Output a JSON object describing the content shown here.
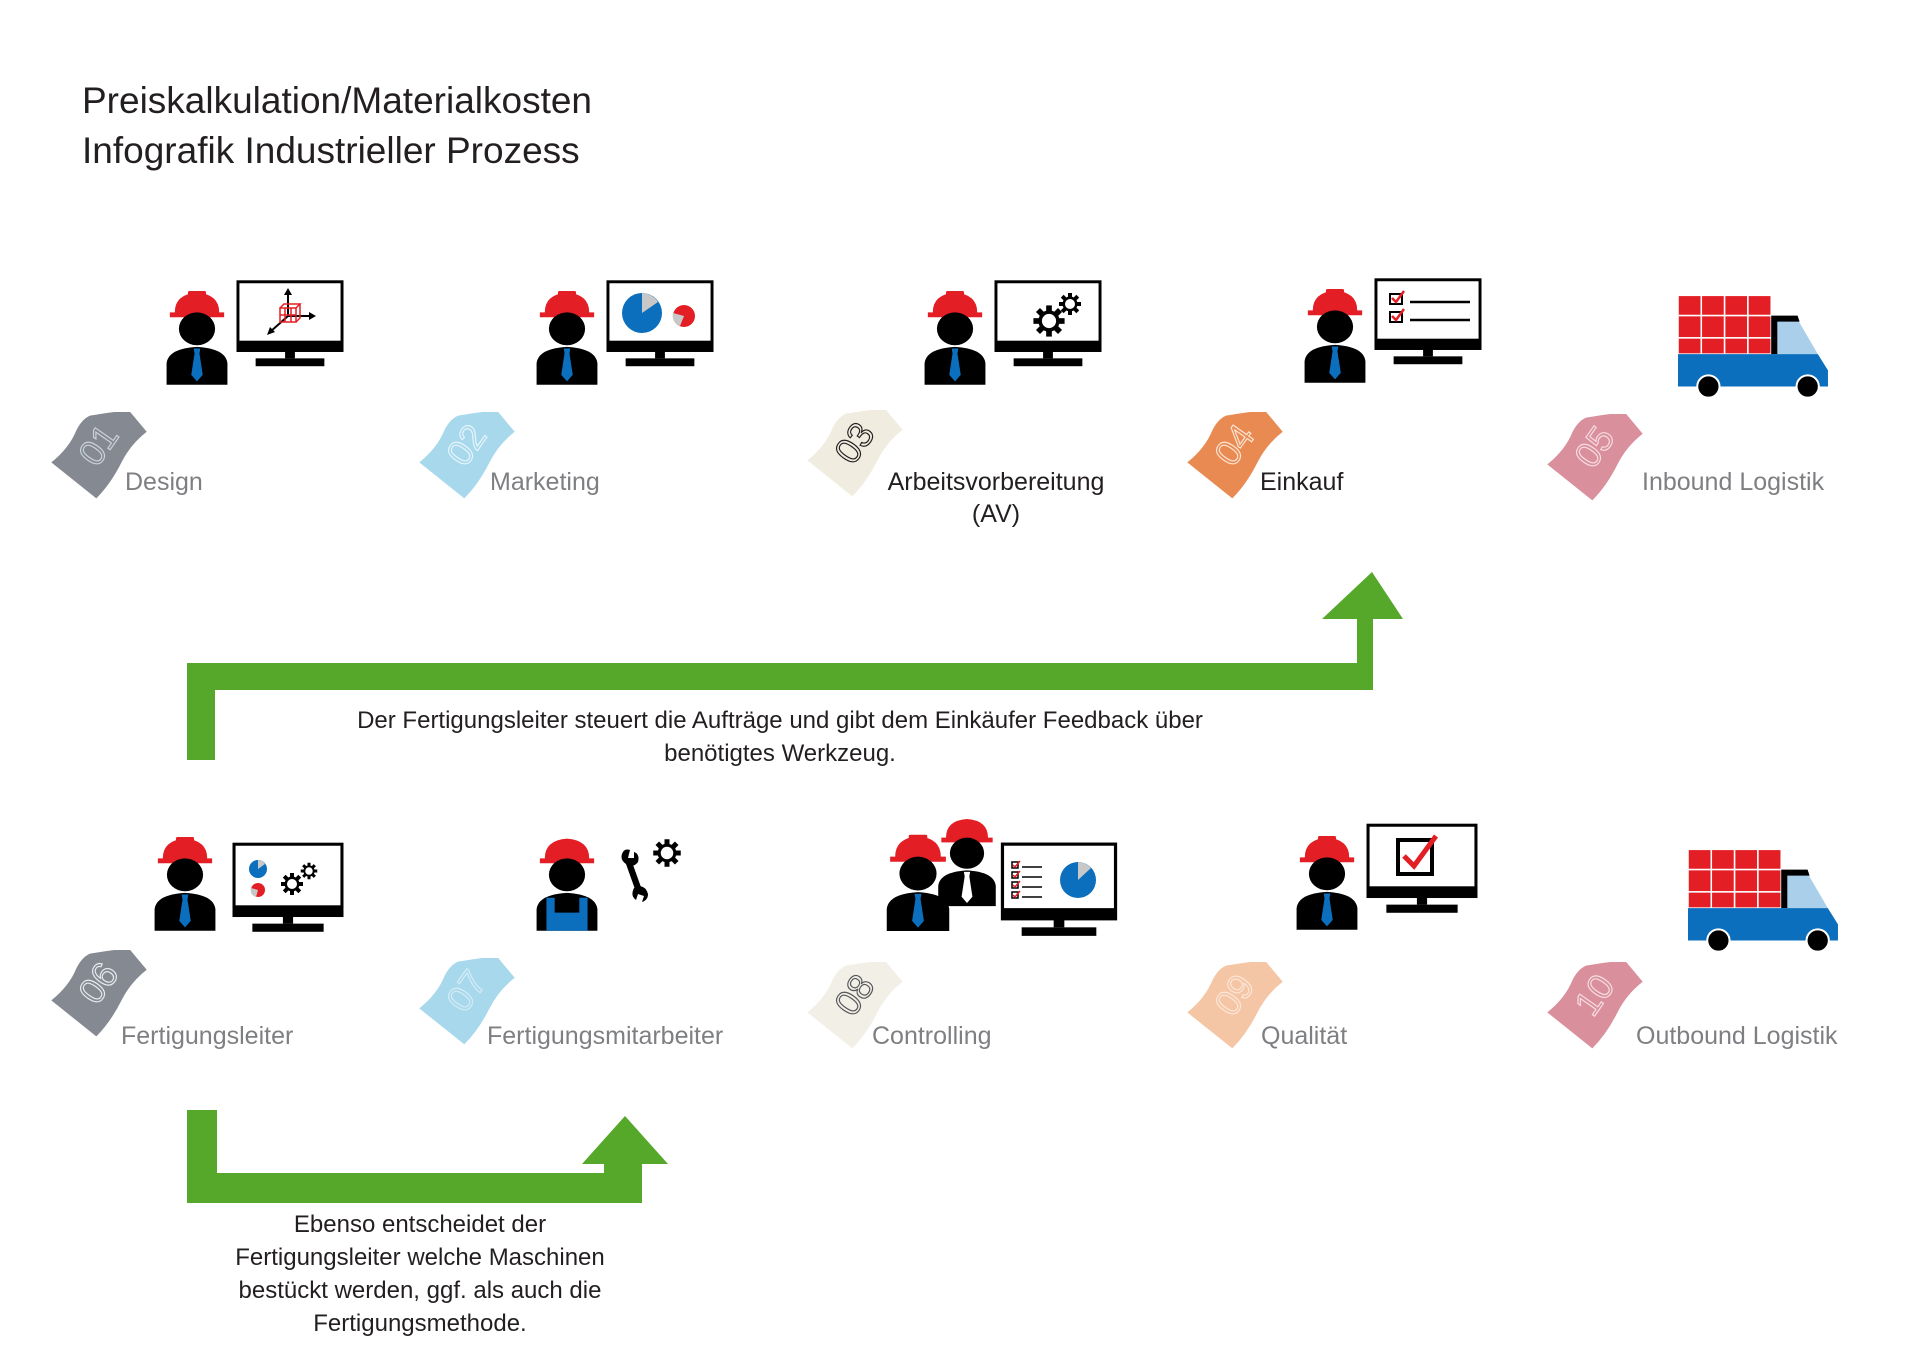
{
  "title": {
    "line1": "Preiskalkulation/Materialkosten",
    "line2": "Infografik Industrieller Prozess"
  },
  "colors": {
    "helmet": "#e31e24",
    "tie": "#0b6fbd",
    "arrow": "#55a82a",
    "truck_body": "#0b6fbd",
    "truck_window": "#a9cfea",
    "cargo": "#e31e24"
  },
  "steps": [
    {
      "number": "01",
      "label": "Design",
      "tag_color": "#858991",
      "number_color": "#c9d3dd",
      "icon": "worker-3d-design-icon"
    },
    {
      "number": "02",
      "label": "Marketing",
      "tag_color": "#a8d8ec",
      "number_color": "#e6f5fb",
      "icon": "worker-pie-chart-icon"
    },
    {
      "number": "03",
      "label": "Arbeitsvorbereitung",
      "label2": "(AV)",
      "tag_color": "#f0ede0",
      "number_color": "#231f20",
      "icon": "worker-gears-icon"
    },
    {
      "number": "04",
      "label": "Einkauf",
      "tag_color": "#e98a52",
      "number_color": "#fbe4d2",
      "icon": "worker-checklist-icon"
    },
    {
      "number": "05",
      "label": "Inbound Logistik",
      "tag_color": "#d98f9c",
      "number_color": "#f6dde2",
      "icon": "delivery-truck-icon"
    },
    {
      "number": "06",
      "label": "Fertigungsleiter",
      "tag_color": "#858991",
      "number_color": "#e4eaf0",
      "icon": "worker-dashboard-icon"
    },
    {
      "number": "07",
      "label": "Fertigungsmitarbeiter",
      "tag_color": "#a8d8ec",
      "number_color": "#d3ecf6",
      "icon": "worker-wrench-gear-icon"
    },
    {
      "number": "08",
      "label": "Controlling",
      "tag_color": "#f2f0e6",
      "number_color": "#55565a",
      "icon": "team-report-icon"
    },
    {
      "number": "09",
      "label": "Qualität",
      "tag_color": "#f5c6a5",
      "number_color": "#fbe6d8",
      "icon": "worker-checkmark-icon"
    },
    {
      "number": "10",
      "label": "Outbound Logistik",
      "tag_color": "#d98f9c",
      "number_color": "#f6dde2",
      "icon": "delivery-truck-icon"
    }
  ],
  "arrows": {
    "top_caption_line1": "Der Fertigungsleiter steuert die Aufträge und gibt dem Einkäufer Feedback über",
    "top_caption_line2": "benötigtes Werkzeug.",
    "bottom_caption_line1": "Ebenso entscheidet der",
    "bottom_caption_line2": "Fertigungsleiter welche Maschinen",
    "bottom_caption_line3": "bestückt werden, ggf. als auch die",
    "bottom_caption_line4": "Fertigungsmethode."
  }
}
